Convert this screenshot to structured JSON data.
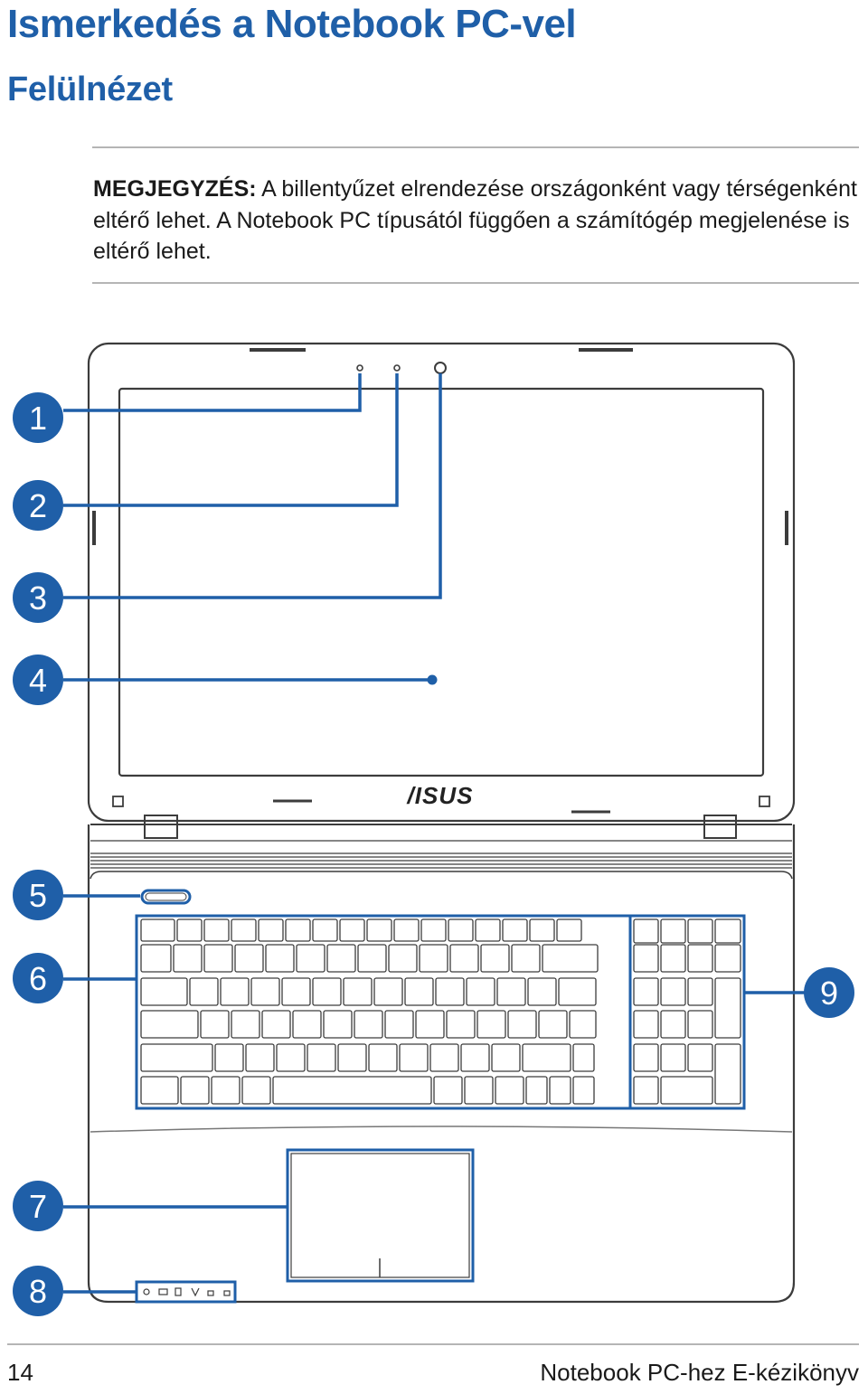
{
  "header": {
    "title": "Ismerkedés a Notebook PC-vel",
    "subtitle": "Felülnézet"
  },
  "note": {
    "label": "MEGJEGYZÉS:",
    "text": " A billentyűzet elrendezése országonként vagy térségenként eltérő lehet. A Notebook PC típusától függően a számítógép megjelenése is eltérő lehet."
  },
  "figure": {
    "brand_logo": "/ISUS",
    "callouts": [
      "1",
      "2",
      "3",
      "4",
      "5",
      "6",
      "7",
      "8",
      "9"
    ],
    "accent_color": "#1f5fa8",
    "line_color": "#3c3c3c"
  },
  "footer": {
    "page_number": "14",
    "manual_title": "Notebook PC-hez E-kézikönyv"
  }
}
